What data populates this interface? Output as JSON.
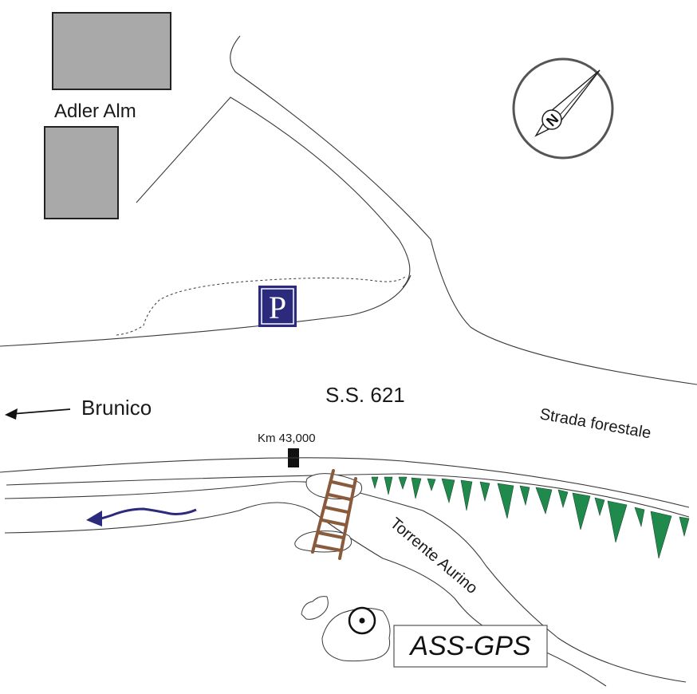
{
  "labels": {
    "building_name": "Adler Alm",
    "parking": "P",
    "direction_town": "Brunico",
    "road_number": "S.S. 621",
    "km_marker": "Km 43,000",
    "forest_road": "Strada forestale",
    "stream": "Torrente Aurino",
    "station": "ASS-GPS"
  },
  "compass": {
    "north_letter": "N"
  },
  "colors": {
    "building_fill": "#a9a9a9",
    "parking_blue": "#2b2a7c",
    "river_arrow": "#2b2a7c",
    "ladder": "#8a5a3c",
    "vegetation": "#1f8a4c",
    "lines": "#3a3a3a"
  }
}
